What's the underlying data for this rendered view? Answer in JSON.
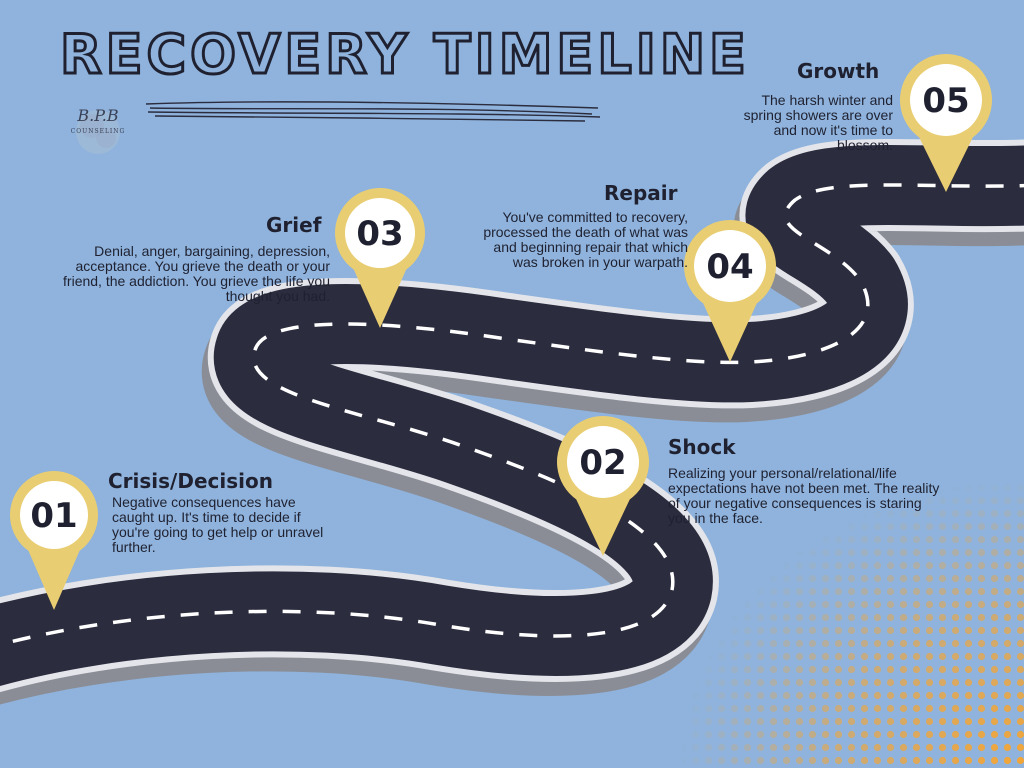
{
  "title": "RECOVERY TIMELINE",
  "logo": {
    "letters": "B.P.B",
    "sub": "COUNSELING"
  },
  "colors": {
    "background": "#8fb3dc",
    "road": "#2b2c3e",
    "road_edge": "#d8d9de",
    "pin": "#e9cd72",
    "dots": "#f4a534",
    "text": "#1f2131"
  },
  "steps": [
    {
      "number": "01",
      "title": "Crisis/Decision",
      "description": "Negative consequences have caught up. It's time to decide if you're going to get help or unravel further."
    },
    {
      "number": "02",
      "title": "Shock",
      "description": "Realizing your personal/relational/life expectations have not been met. The reality of your negative consequences is staring you in the face."
    },
    {
      "number": "03",
      "title": "Grief",
      "description": "Denial, anger, bargaining, depression, acceptance. You grieve the death or your friend, the addiction. You grieve the life you thought you had."
    },
    {
      "number": "04",
      "title": "Repair",
      "description": "You've committed to recovery, processed the death of what was and beginning repair that which was broken in your warpath."
    },
    {
      "number": "05",
      "title": "Growth",
      "description": "The harsh winter and spring showers are over and now it's time to blossom."
    }
  ]
}
